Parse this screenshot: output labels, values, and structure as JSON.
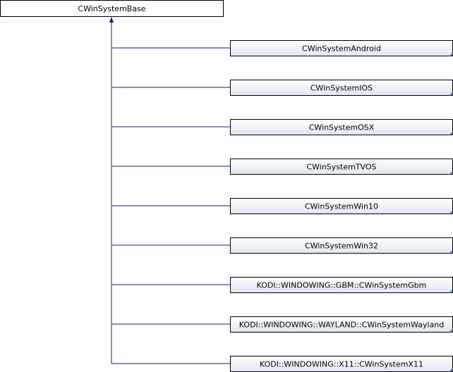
{
  "diagram": {
    "base_class": {
      "label": "CWinSystemBase"
    },
    "derived_classes": [
      {
        "label": "CWinSystemAndroid"
      },
      {
        "label": "CWinSystemIOS"
      },
      {
        "label": "CWinSystemOSX"
      },
      {
        "label": "CWinSystemTVOS"
      },
      {
        "label": "CWinSystemWin10"
      },
      {
        "label": "CWinSystemWin32"
      },
      {
        "label": "KODI::WINDOWING::GBM::CWinSystemGbm"
      },
      {
        "label": "KODI::WINDOWING::WAYLAND::CWinSystemWayland"
      },
      {
        "label": "KODI::WINDOWING::X11::CWinSystemX11"
      }
    ]
  },
  "colors": {
    "base_fill": "#ffffff",
    "derived_fill_top": "#ffffff",
    "derived_fill_bottom": "#dfe6f3",
    "node_border": "#000000",
    "edge": "#191970",
    "corner_marker": "#63719c"
  }
}
